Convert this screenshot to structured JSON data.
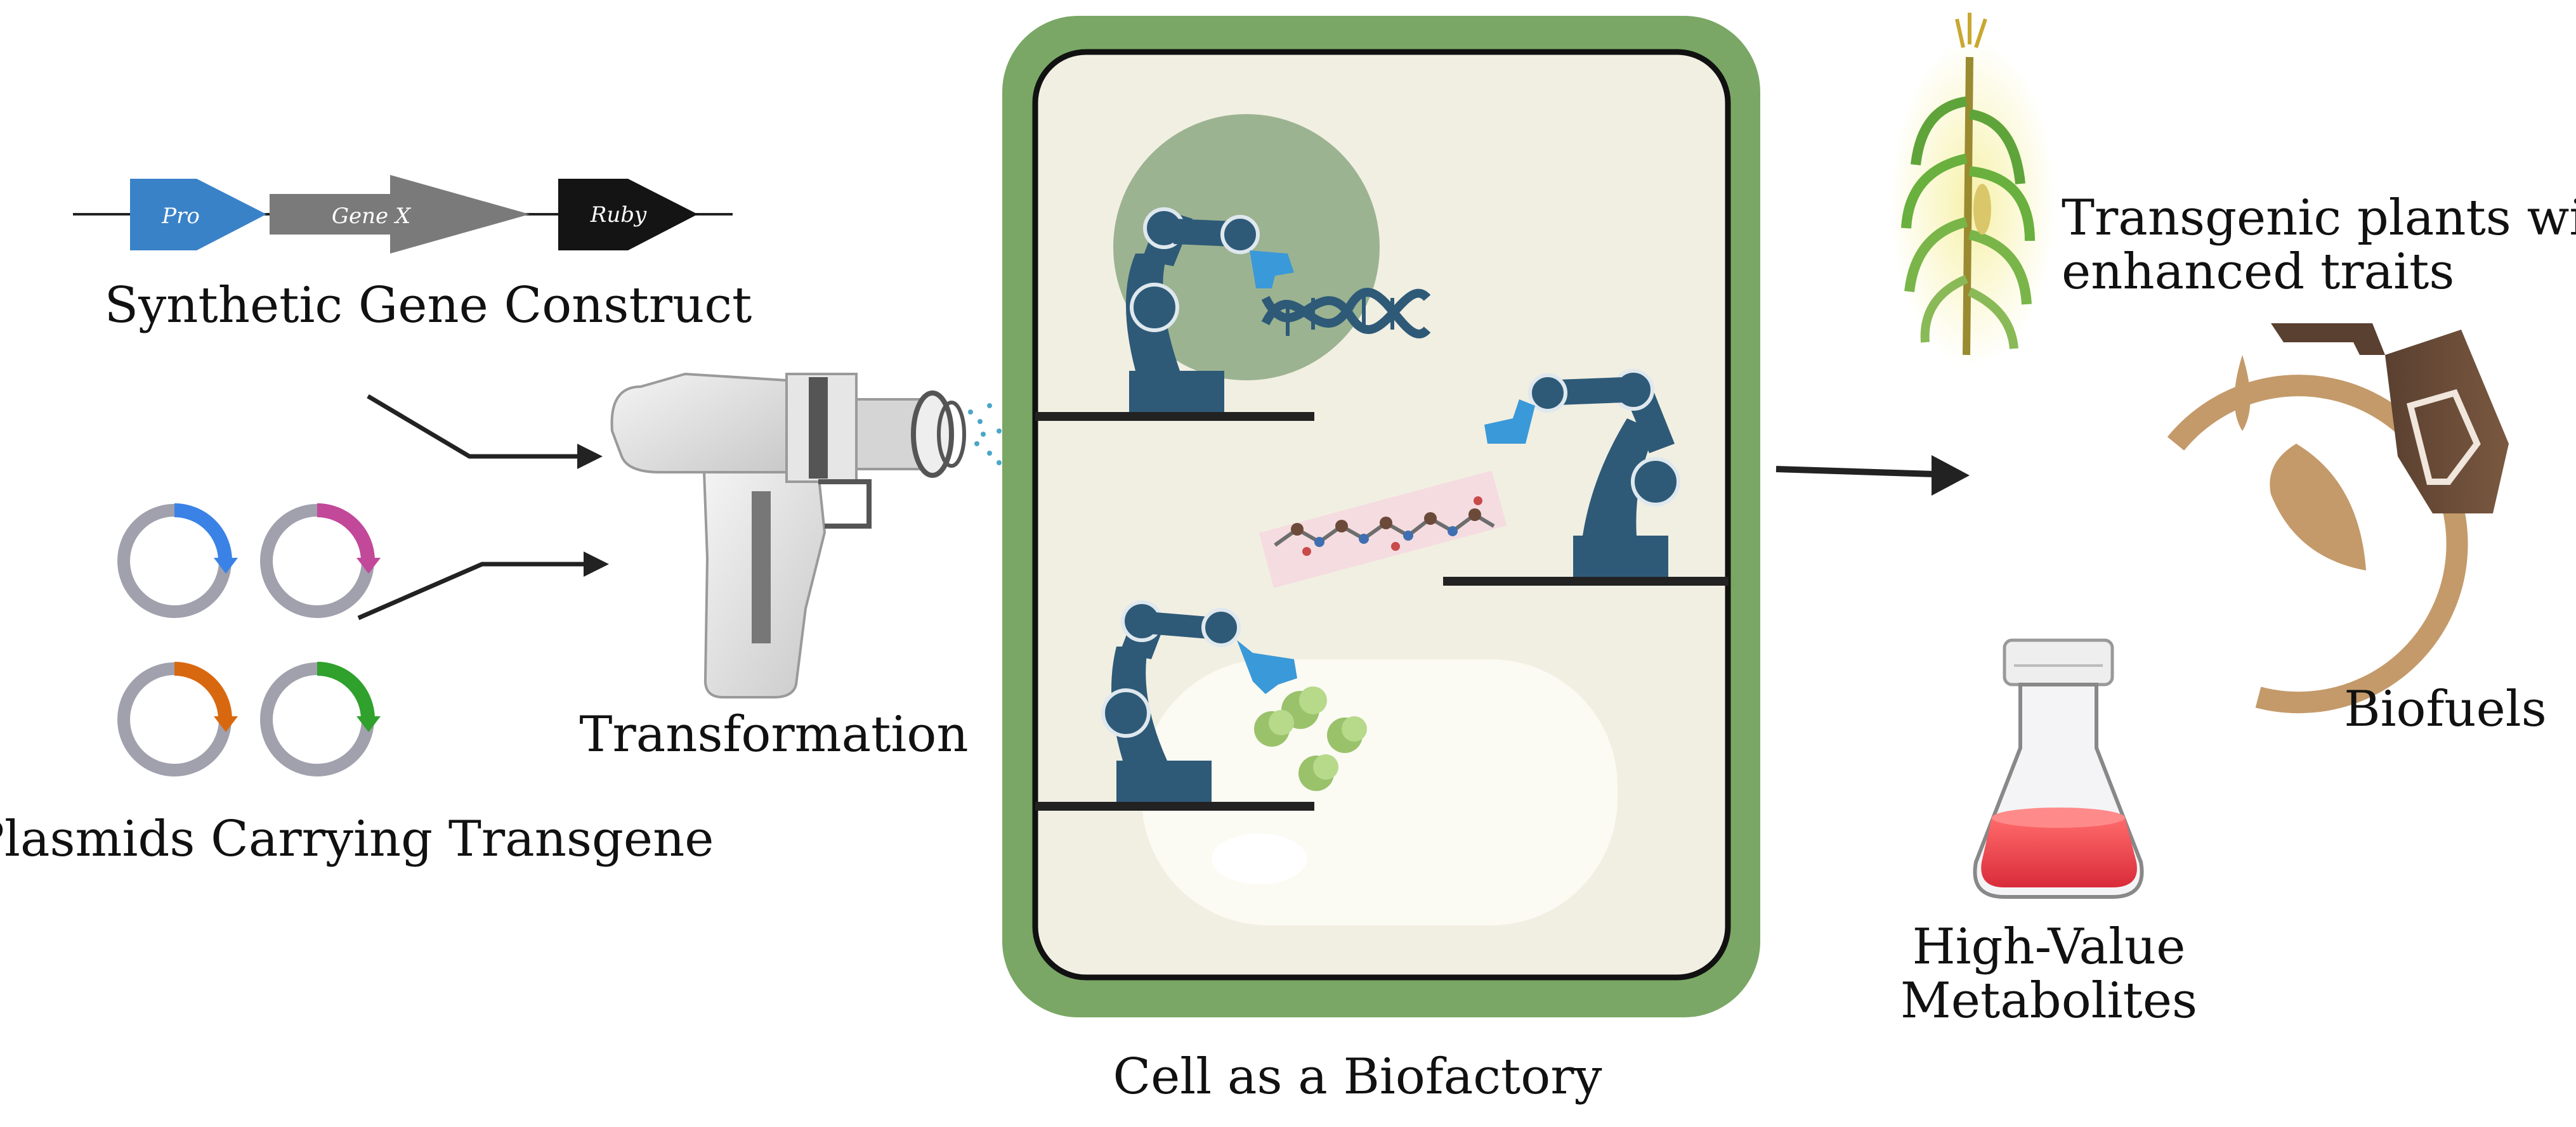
{
  "construct": {
    "label": "Synthetic Gene Construct",
    "parts": [
      {
        "name": "Pro",
        "color": "#3a82c8"
      },
      {
        "name": "Gene X",
        "color": "#7a7a7a"
      },
      {
        "name": "Ruby",
        "color": "#141414"
      }
    ]
  },
  "plasmids": {
    "label": "Plasmids Carrying Transgene",
    "colors": [
      "#3a82e6",
      "#c2489a",
      "#d8680f",
      "#2fa12c"
    ]
  },
  "transformation": {
    "label": "Transformation"
  },
  "cell": {
    "label": "Cell as a Biofactory",
    "wall_color": "#7aa765",
    "inner_color": "#f1efe2"
  },
  "outputs": {
    "plants": {
      "line1": "Transgenic plants with",
      "line2": "enhanced traits"
    },
    "biofuels": {
      "label": "Biofuels"
    },
    "metabolites": {
      "line1": "High-Value",
      "line2": "Metabolites"
    }
  }
}
